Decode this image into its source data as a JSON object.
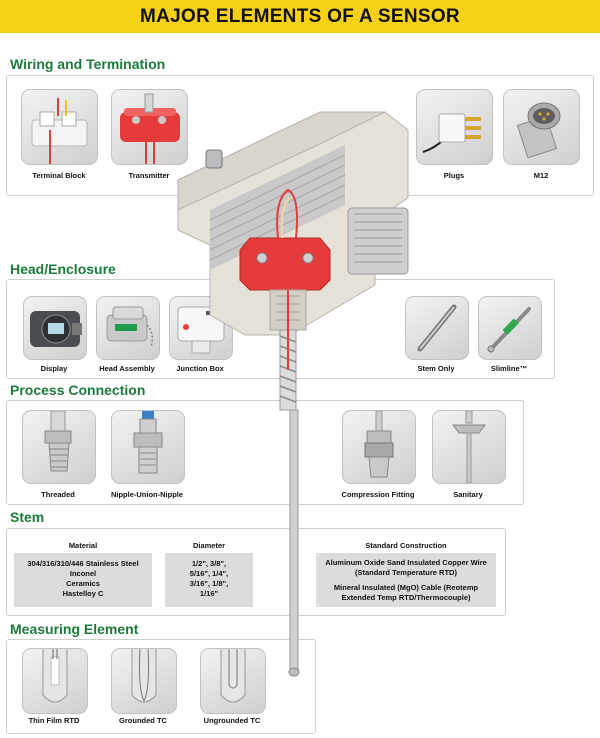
{
  "title": "MAJOR ELEMENTS OF A SENSOR",
  "sections": {
    "wiring": {
      "title": "Wiring and Termination",
      "items": [
        {
          "label": "Terminal Block",
          "icon": "terminal-block-icon"
        },
        {
          "label": "Transmitter",
          "icon": "transmitter-icon"
        },
        {
          "label": "Plugs",
          "icon": "plugs-icon"
        },
        {
          "label": "M12",
          "icon": "m12-connector-icon"
        }
      ]
    },
    "head": {
      "title": "Head/Enclosure",
      "items": [
        {
          "label": "Display",
          "icon": "display-head-icon"
        },
        {
          "label": "Head Assembly",
          "icon": "head-assembly-icon"
        },
        {
          "label": "Junction Box",
          "icon": "junction-box-icon"
        },
        {
          "label": "Stem Only",
          "icon": "stem-only-icon"
        },
        {
          "label": "Slimline™",
          "icon": "slimline-icon"
        }
      ]
    },
    "process": {
      "title": "Process Connection",
      "items": [
        {
          "label": "Threaded",
          "icon": "threaded-fitting-icon"
        },
        {
          "label": "Nipple-Union-Nipple",
          "icon": "nipple-union-nipple-icon"
        },
        {
          "label": "Compression Fitting",
          "icon": "compression-fitting-icon"
        },
        {
          "label": "Sanitary",
          "icon": "sanitary-fitting-icon"
        }
      ]
    },
    "stem": {
      "title": "Stem",
      "material": {
        "heading": "Material",
        "lines": [
          "304/316/310/446 Stainless Steel",
          "Inconel",
          "Ceramics",
          "Hastelloy C"
        ]
      },
      "diameter": {
        "heading": "Diameter",
        "lines": [
          "1/2\", 3/8\",",
          "5/16\", 1/4\",",
          "3/16\", 1/8\",",
          "1/16\""
        ]
      },
      "construction": {
        "heading": "Standard Construction",
        "entry1": [
          "Aluminum Oxide Sand Insulated Copper Wire",
          "(Standard Temperature RTD)"
        ],
        "entry2": [
          "Mineral Insulated (MgO) Cable (Reotemp",
          "Extended Temp RTD/Thermocouple)"
        ]
      }
    },
    "measuring": {
      "title": "Measuring Element",
      "items": [
        {
          "label": "Thin Film RTD",
          "icon": "thin-film-rtd-icon"
        },
        {
          "label": "Grounded TC",
          "icon": "grounded-tc-icon"
        },
        {
          "label": "Ungrounded TC",
          "icon": "ungrounded-tc-icon"
        }
      ]
    }
  },
  "colors": {
    "banner": "#f7d117",
    "section_title": "#1c7a3b",
    "terminal_red": "#e53b3b",
    "panel_border": "#cfcfcf",
    "stem_box": "#dcdcdc"
  }
}
